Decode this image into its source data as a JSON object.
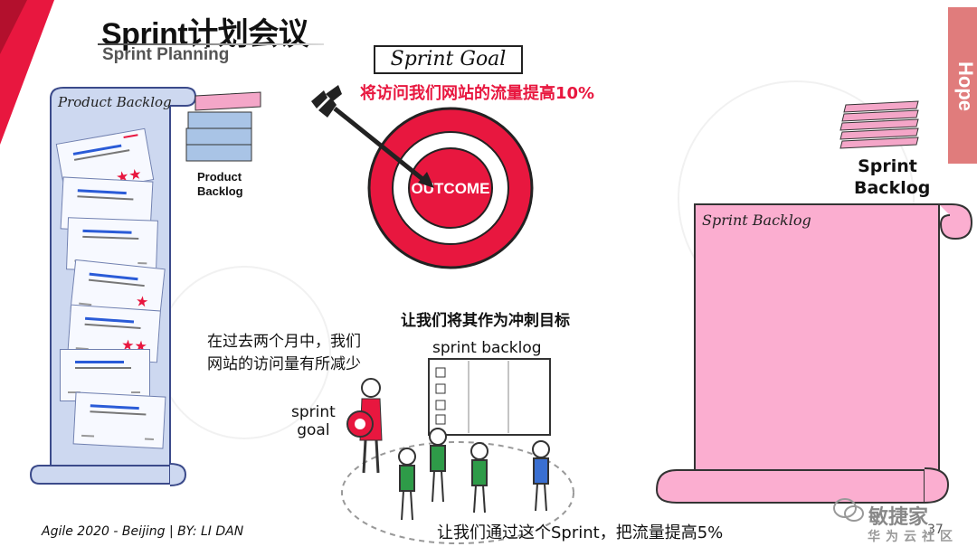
{
  "slide": {
    "title": "Sprint计划会议",
    "subtitle": "Sprint Planning",
    "side_tab": "Hope",
    "sprint_goal_label": "Sprint Goal",
    "sprint_goal_text": "将访问我们网站的流量提高10%",
    "outcome_word": "OUTCOME",
    "product_backlog_scroll_title": "Product Backlog",
    "product_backlog_stack_label_1": "Product",
    "product_backlog_stack_label_2": "Backlog",
    "sprint_backlog_stack_label_1": "Sprint",
    "sprint_backlog_stack_label_2": "Backlog",
    "sprint_backlog_scroll_title": "Sprint Backlog",
    "caption_top": "让我们将其作为冲刺目标",
    "caption_left_1": "在过去两个月中，我们",
    "caption_left_2": "网站的访问量有所减少",
    "sketch_sprint_backlog": "sprint backlog",
    "sketch_sprint_goal_1": "sprint",
    "sketch_sprint_goal_2": "goal",
    "caption_bottom": "让我们通过这个Sprint，把流量提高5%",
    "footer": "Agile 2020 - Beijing | BY: LI DAN",
    "page_number": "37",
    "watermark_1": "敏捷家",
    "watermark_2": "华为云社区"
  },
  "colors": {
    "accent_red": "#e8173f",
    "pink_scroll": "#fbaed0",
    "blue_scroll": "#cdd8f0",
    "hope_tab": "#e07c7c"
  }
}
